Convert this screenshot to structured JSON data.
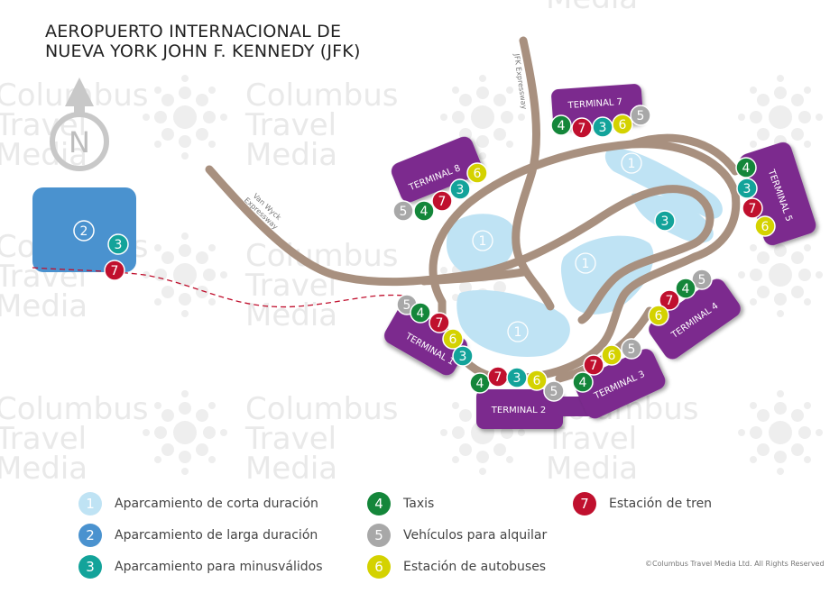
{
  "title": {
    "line1": "AEROPUERTO INTERNACIONAL DE",
    "line2": "NUEVA YORK JOHN F. KENNEDY (JFK)"
  },
  "compass": {
    "letter": "N",
    "icon": "north-arrow-icon"
  },
  "watermark": {
    "line1": "Columbus",
    "line2": "Travel",
    "line3": "Media"
  },
  "roads": {
    "van_wyck": "Van Wyck Expressway",
    "jfk": "JFK Expressway"
  },
  "terminals": {
    "t1": "TERMINAL 1",
    "t2": "TERMINAL 2",
    "t3": "TERMINAL 3",
    "t4": "TERMINAL 4",
    "t5": "TERMINAL 5",
    "t7": "TERMINAL 7",
    "t8": "TERMINAL 8"
  },
  "colors": {
    "short_parking": "#bfe3f4",
    "long_parking": "#4a92cf",
    "accessible": "#13a39a",
    "taxi": "#14863a",
    "rental": "#a8a8a8",
    "bus": "#d4d200",
    "train": "#c0102e",
    "terminal": "#7b2b8e",
    "road": "#a8907f"
  },
  "legend": [
    {
      "num": "1",
      "label": "Aparcamiento de corta duración",
      "color": "#bfe3f4"
    },
    {
      "num": "2",
      "label": "Aparcamiento de larga duración",
      "color": "#4a92cf"
    },
    {
      "num": "3",
      "label": "Aparcamiento para minusválidos",
      "color": "#13a39a"
    },
    {
      "num": "4",
      "label": "Taxis",
      "color": "#14863a"
    },
    {
      "num": "5",
      "label": "Vehículos para alquilar",
      "color": "#a8a8a8"
    },
    {
      "num": "6",
      "label": "Estación de autobuses",
      "color": "#d4d200"
    },
    {
      "num": "7",
      "label": "Estación de tren",
      "color": "#c0102e"
    }
  ],
  "copyright": "©Columbus Travel Media Ltd. All Rights Reserved"
}
